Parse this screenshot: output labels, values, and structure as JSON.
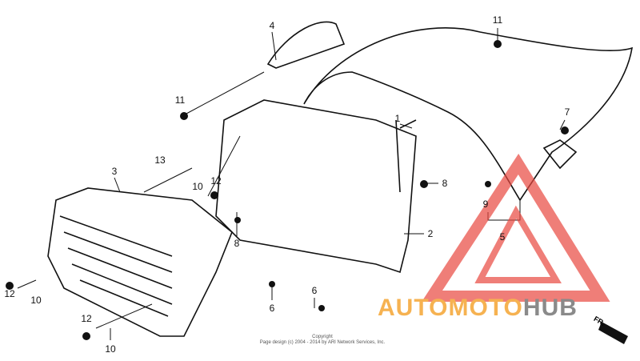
{
  "callouts": [
    {
      "id": "4",
      "label": "4"
    },
    {
      "id": "11a",
      "label": "11"
    },
    {
      "id": "11b",
      "label": "11"
    },
    {
      "id": "1",
      "label": "1"
    },
    {
      "id": "7",
      "label": "7"
    },
    {
      "id": "13",
      "label": "13"
    },
    {
      "id": "3",
      "label": "3"
    },
    {
      "id": "10a",
      "label": "10"
    },
    {
      "id": "12a",
      "label": "12"
    },
    {
      "id": "8a",
      "label": "8"
    },
    {
      "id": "9",
      "label": "9"
    },
    {
      "id": "5",
      "label": "5"
    },
    {
      "id": "2",
      "label": "2"
    },
    {
      "id": "8b",
      "label": "8"
    },
    {
      "id": "12b",
      "label": "12"
    },
    {
      "id": "10b",
      "label": "10"
    },
    {
      "id": "6a",
      "label": "6"
    },
    {
      "id": "6b",
      "label": "6"
    },
    {
      "id": "12c",
      "label": "12"
    },
    {
      "id": "10c",
      "label": "10"
    }
  ],
  "copyright": {
    "line1": "Copyright",
    "line2": "Page design (c) 2004 - 2014 by ARI Network Services, Inc."
  },
  "logo": {
    "part1": "AUTOMOTO",
    "part2": "HUB",
    "triangle_color": "#e8473f",
    "text_color": "#f6b251",
    "hub_color": "#8a8a8a"
  },
  "direction_label": "FR."
}
